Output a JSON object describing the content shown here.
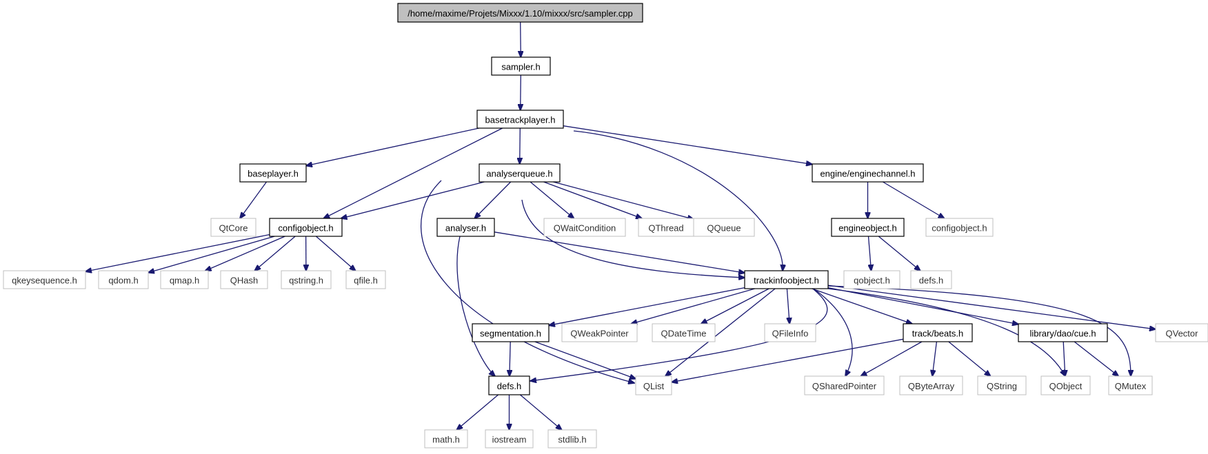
{
  "graph": {
    "title": "/home/maxime/Projets/Mixxx/1.10/mixxx/src/sampler.cpp",
    "edge_color": "#191970",
    "root_fill": "#bfbfbf",
    "external_border": "#bfbfbf",
    "nodes": [
      {
        "id": "root",
        "label": "/home/maxime/Projets/Mixxx/1.10/mixxx/src/sampler.cpp",
        "kind": "root"
      },
      {
        "id": "sampler_h",
        "label": "sampler.h",
        "kind": "documented"
      },
      {
        "id": "basetrackplayer_h",
        "label": "basetrackplayer.h",
        "kind": "documented"
      },
      {
        "id": "baseplayer_h",
        "label": "baseplayer.h",
        "kind": "documented"
      },
      {
        "id": "analyserqueue_h",
        "label": "analyserqueue.h",
        "kind": "documented"
      },
      {
        "id": "enginechannel_h",
        "label": "engine/enginechannel.h",
        "kind": "documented"
      },
      {
        "id": "qtcore",
        "label": "QtCore",
        "kind": "external"
      },
      {
        "id": "configobject_h",
        "label": "configobject.h",
        "kind": "documented"
      },
      {
        "id": "analyser_h",
        "label": "analyser.h",
        "kind": "documented"
      },
      {
        "id": "qwaitcondition",
        "label": "QWaitCondition",
        "kind": "external"
      },
      {
        "id": "qthread",
        "label": "QThread",
        "kind": "external"
      },
      {
        "id": "qqueue",
        "label": "QQueue",
        "kind": "external"
      },
      {
        "id": "engineobject_h",
        "label": "engineobject.h",
        "kind": "documented"
      },
      {
        "id": "configobject_ext",
        "label": "configobject.h",
        "kind": "external"
      },
      {
        "id": "qkeysequence_h",
        "label": "qkeysequence.h",
        "kind": "external"
      },
      {
        "id": "qdom_h",
        "label": "qdom.h",
        "kind": "external"
      },
      {
        "id": "qmap_h",
        "label": "qmap.h",
        "kind": "external"
      },
      {
        "id": "qhash",
        "label": "QHash",
        "kind": "external"
      },
      {
        "id": "qstring_h",
        "label": "qstring.h",
        "kind": "external"
      },
      {
        "id": "qfile_h",
        "label": "qfile.h",
        "kind": "external"
      },
      {
        "id": "trackinfoobject_h",
        "label": "trackinfoobject.h",
        "kind": "documented"
      },
      {
        "id": "qobject_h",
        "label": "qobject.h",
        "kind": "external"
      },
      {
        "id": "defs_h_ext",
        "label": "defs.h",
        "kind": "external"
      },
      {
        "id": "segmentation_h",
        "label": "segmentation.h",
        "kind": "documented"
      },
      {
        "id": "qweakpointer",
        "label": "QWeakPointer",
        "kind": "external"
      },
      {
        "id": "qdatetime",
        "label": "QDateTime",
        "kind": "external"
      },
      {
        "id": "qfileinfo",
        "label": "QFileInfo",
        "kind": "external"
      },
      {
        "id": "beats_h",
        "label": "track/beats.h",
        "kind": "documented"
      },
      {
        "id": "cue_h",
        "label": "library/dao/cue.h",
        "kind": "documented"
      },
      {
        "id": "qvector",
        "label": "QVector",
        "kind": "external"
      },
      {
        "id": "defs_h",
        "label": "defs.h",
        "kind": "documented"
      },
      {
        "id": "qlist",
        "label": "QList",
        "kind": "external"
      },
      {
        "id": "qsharedpointer",
        "label": "QSharedPointer",
        "kind": "external"
      },
      {
        "id": "qbytearray",
        "label": "QByteArray",
        "kind": "external"
      },
      {
        "id": "qstring",
        "label": "QString",
        "kind": "external"
      },
      {
        "id": "qobject",
        "label": "QObject",
        "kind": "external"
      },
      {
        "id": "qmutex",
        "label": "QMutex",
        "kind": "external"
      },
      {
        "id": "math_h",
        "label": "math.h",
        "kind": "external"
      },
      {
        "id": "iostream",
        "label": "iostream",
        "kind": "external"
      },
      {
        "id": "stdlib_h",
        "label": "stdlib.h",
        "kind": "external"
      }
    ],
    "edges": [
      [
        "root",
        "sampler_h"
      ],
      [
        "sampler_h",
        "basetrackplayer_h"
      ],
      [
        "basetrackplayer_h",
        "baseplayer_h"
      ],
      [
        "basetrackplayer_h",
        "configobject_h"
      ],
      [
        "basetrackplayer_h",
        "analyserqueue_h"
      ],
      [
        "basetrackplayer_h",
        "trackinfoobject_h"
      ],
      [
        "basetrackplayer_h",
        "enginechannel_h"
      ],
      [
        "baseplayer_h",
        "qtcore"
      ],
      [
        "analyserqueue_h",
        "configobject_h"
      ],
      [
        "analyserqueue_h",
        "qlist"
      ],
      [
        "analyserqueue_h",
        "analyser_h"
      ],
      [
        "analyserqueue_h",
        "trackinfoobject_h"
      ],
      [
        "analyserqueue_h",
        "qwaitcondition"
      ],
      [
        "analyserqueue_h",
        "qthread"
      ],
      [
        "analyserqueue_h",
        "qqueue"
      ],
      [
        "enginechannel_h",
        "engineobject_h"
      ],
      [
        "enginechannel_h",
        "configobject_ext"
      ],
      [
        "configobject_h",
        "qkeysequence_h"
      ],
      [
        "configobject_h",
        "qdom_h"
      ],
      [
        "configobject_h",
        "qmap_h"
      ],
      [
        "configobject_h",
        "qhash"
      ],
      [
        "configobject_h",
        "qstring_h"
      ],
      [
        "configobject_h",
        "qfile_h"
      ],
      [
        "analyser_h",
        "trackinfoobject_h"
      ],
      [
        "analyser_h",
        "defs_h"
      ],
      [
        "engineobject_h",
        "qobject_h"
      ],
      [
        "engineobject_h",
        "defs_h_ext"
      ],
      [
        "trackinfoobject_h",
        "segmentation_h"
      ],
      [
        "trackinfoobject_h",
        "qweakpointer"
      ],
      [
        "trackinfoobject_h",
        "qdatetime"
      ],
      [
        "trackinfoobject_h",
        "qfileinfo"
      ],
      [
        "trackinfoobject_h",
        "qlist"
      ],
      [
        "trackinfoobject_h",
        "defs_h"
      ],
      [
        "trackinfoobject_h",
        "qsharedpointer"
      ],
      [
        "trackinfoobject_h",
        "beats_h"
      ],
      [
        "trackinfoobject_h",
        "qobject"
      ],
      [
        "trackinfoobject_h",
        "cue_h"
      ],
      [
        "trackinfoobject_h",
        "qmutex"
      ],
      [
        "trackinfoobject_h",
        "qvector"
      ],
      [
        "segmentation_h",
        "defs_h"
      ],
      [
        "segmentation_h",
        "qlist"
      ],
      [
        "beats_h",
        "qlist"
      ],
      [
        "beats_h",
        "qsharedpointer"
      ],
      [
        "beats_h",
        "qbytearray"
      ],
      [
        "beats_h",
        "qstring"
      ],
      [
        "cue_h",
        "qobject"
      ],
      [
        "cue_h",
        "qmutex"
      ],
      [
        "defs_h",
        "math_h"
      ],
      [
        "defs_h",
        "iostream"
      ],
      [
        "defs_h",
        "stdlib_h"
      ]
    ]
  }
}
